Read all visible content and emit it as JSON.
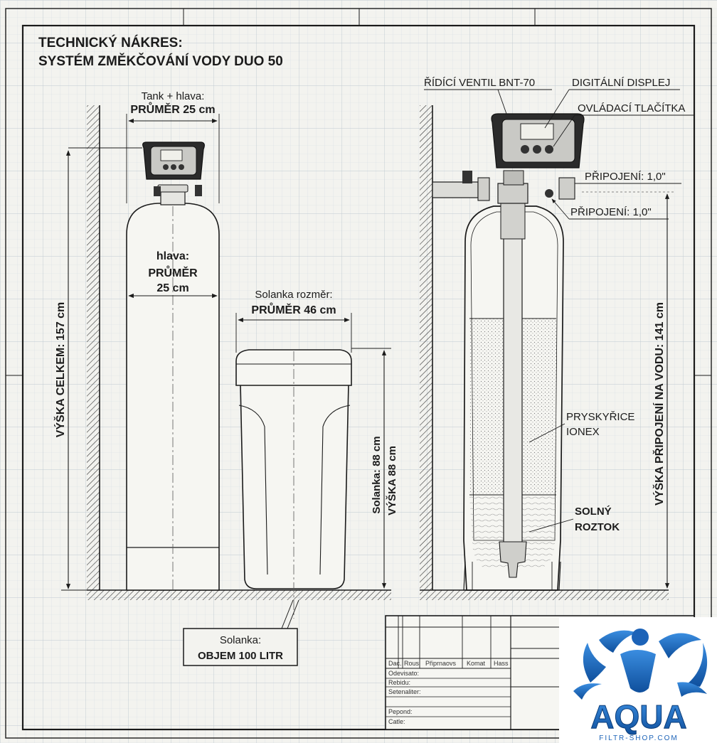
{
  "title": {
    "line1": "TECHNICKÝ NÁKRES:",
    "line2": "SYSTÉM ZMĚKČOVÁNÍ VODY DUO 50"
  },
  "left_tank": {
    "top_dim_line1": "Tank + hlava:",
    "top_dim_line2": "PRŮMĚR 25 cm",
    "mid_line1": "hlava:",
    "mid_line2": "PRŮMĚR",
    "mid_line3": "25 cm",
    "height": "VÝŠKA CELKEM: 157 cm"
  },
  "brine": {
    "top_line1": "Solanka rozměr:",
    "top_line2": "PRŮMĚR 46 cm",
    "height_line1": "Solanka: 88 cm",
    "height_line2": "VÝŠKA 88 cm",
    "volume_line1": "Solanka:",
    "volume_line2": "OBJEM 100 LITR"
  },
  "right_tank": {
    "valve": "ŘÍDÍCÍ VENTIL BNT-70",
    "display": "DIGITÁLNÍ DISPLEJ",
    "buttons": "OVLÁDACÍ TLAČÍTKA",
    "connection1": "PŘIPOJENÍ: 1,0\"",
    "connection2": "PŘIPOJENÍ: 1,0\"",
    "resin_line1": "PRYSKYŘICE",
    "resin_line2": "IONEX",
    "salt_line1": "SOLNÝ",
    "salt_line2": "ROZTOK",
    "height": "VÝŠKA PŘIPOJENÍ NA VODU: 141 cm"
  },
  "title_block": {
    "headers": [
      "Dac.",
      "Rous",
      "Připrnaovs",
      "Komat",
      "Hass"
    ],
    "rows": [
      "Odevisato:",
      "Rebidu:",
      "Setenaliter:",
      "Pepond:",
      "Catle:"
    ]
  },
  "logo": {
    "name": "AQUA",
    "sub": "FILTR-SHOP.COM"
  },
  "colors": {
    "ink": "#1b1b1b",
    "grid": "#c9d3dc",
    "paper": "#f3f3ef",
    "logo_blue": "#1c63b8"
  }
}
